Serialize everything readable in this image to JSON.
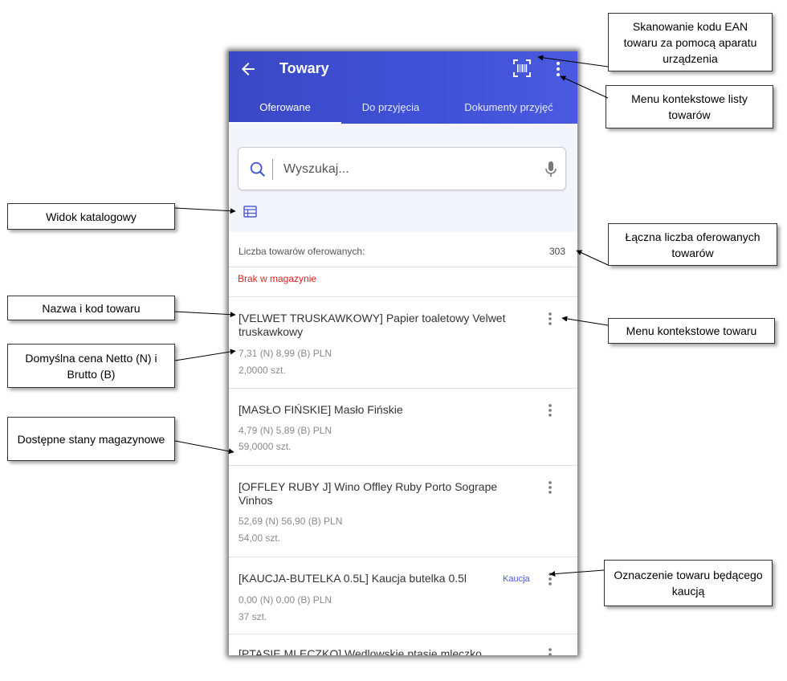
{
  "app": {
    "title": "Towary",
    "tabs": [
      {
        "label": "Oferowane",
        "active": true
      },
      {
        "label": "Do przyjęcia",
        "active": false
      },
      {
        "label": "Dokumenty przyjęć",
        "active": false
      }
    ],
    "search": {
      "placeholder": "Wyszukaj..."
    },
    "count": {
      "label": "Liczba towarów oferowanych:",
      "value": "303"
    },
    "section_label": "Brak w magazynie",
    "items": [
      {
        "name": "[VELWET TRUSKAWKOWY] Papier toaletowy Velwet truskawkowy",
        "price": "7,31 (N)  8,99 (B) PLN",
        "qty": "2,0000 szt."
      },
      {
        "name": "[MASŁO FIŃSKIE] Masło Fińskie",
        "price": "4,79 (N)  5,89 (B) PLN",
        "qty": "59,0000 szt."
      },
      {
        "name": "[OFFLEY RUBY J] Wino Offley Ruby Porto Sogrape Vinhos",
        "price": "52,69 (N)  56,90 (B) PLN",
        "qty": "54,00 szt."
      },
      {
        "name": "[KAUCJA-BUTELKA 0.5L] Kaucja butelka 0.5l",
        "badge": "Kaucja",
        "price": "0,00 (N)  0,00 (B) PLN",
        "qty": "37 szt."
      },
      {
        "name": "[PTASIE MLECZKO] Wedlowskie ptasie mleczko"
      }
    ],
    "colors": {
      "appbar": "#3f51d6",
      "accent": "#4a5ad0",
      "warning": "#e0201f"
    }
  },
  "annotations": {
    "scan": "Skanowanie kodu EAN towaru za pomocą aparatu urządzenia",
    "list_menu": "Menu kontekstowe listy towarów",
    "catalog": "Widok katalogowy",
    "total": "Łączna liczba oferowanych towarów",
    "name_code": "Nazwa i kod towaru",
    "item_menu": "Menu kontekstowe towaru",
    "price": "Domyślna cena Netto (N) i Brutto (B)",
    "stock": "Dostępne stany magazynowe",
    "deposit": "Oznaczenie towaru będącego kaucją"
  }
}
